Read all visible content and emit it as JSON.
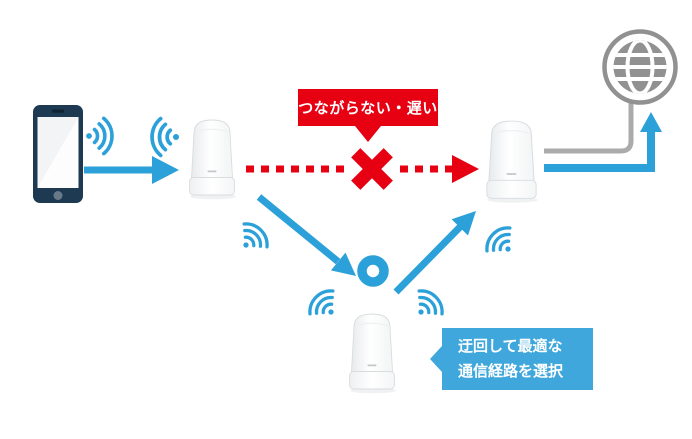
{
  "callouts": {
    "problem": {
      "text": "つながらない・遅い"
    },
    "solution": {
      "line1": "迂回して最適な",
      "line2": "通信経路を選択"
    }
  },
  "palette": {
    "accent_blue": "#2ca0d9",
    "label_blue": "#3fa7db",
    "alert_red": "#e60012",
    "phone_navy": "#1d3a52",
    "globe_gray": "#919191",
    "cable_gray": "#ababab"
  },
  "icons": {
    "smartphone": "smartphone-icon",
    "wifi_waves": "wifi-waves-icon",
    "router_main": "wifi-router-icon",
    "router_internet": "wifi-router-icon",
    "router_satellite": "wifi-router-icon",
    "internet": "internet-globe-icon",
    "mesh_node": "mesh-node-ring-icon",
    "blocked": "blocked-x-icon"
  }
}
